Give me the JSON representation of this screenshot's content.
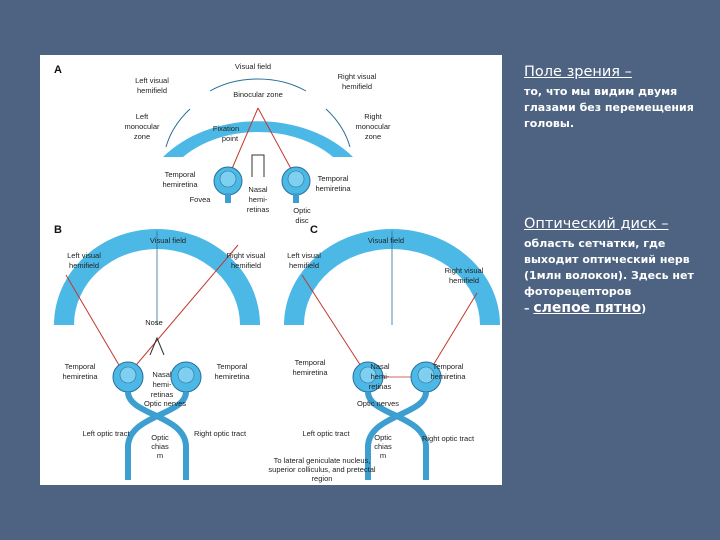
{
  "figure": {
    "panel_a": {
      "letter": "A",
      "visual_field": "Visual field",
      "left_hemifield": [
        "Left  visual",
        "hemifield"
      ],
      "right_hemifield": [
        "Right  visual",
        "hemifield"
      ],
      "binocular_zone": "Binocular zone",
      "left_monocular": [
        "Left",
        "monocular",
        "zone"
      ],
      "right_monocular": [
        "Right",
        "monocular",
        "zone"
      ],
      "fixation_point": [
        "Fixation",
        "point"
      ],
      "temporal_left": [
        "Temporal",
        "hemiretina"
      ],
      "fovea": "Fovea",
      "nasal": [
        "Nasal",
        "hemi-",
        "retinas"
      ],
      "temporal_right": [
        "Temporal",
        "hemiretina"
      ],
      "optic_disc": [
        "Optic",
        "disc"
      ]
    },
    "panel_b": {
      "letter": "B",
      "visual_field": "Visual field",
      "left_hemifield": [
        "Left visual",
        "hemifield"
      ],
      "right_hemifield": [
        "Right visual",
        "hemifield"
      ],
      "nose": "Nose",
      "temporal_left": [
        "Temporal",
        "hemiretina"
      ],
      "nasal": [
        "Nasal",
        "hemi-",
        "retinas"
      ],
      "temporal_right": [
        "Temporal",
        "hemiretina"
      ],
      "optic_nerves": "Optic nerves",
      "left_tract": "Left optic tract",
      "chiasm": [
        "Optic",
        "chias",
        "m"
      ],
      "right_tract": "Right optic tract"
    },
    "panel_c": {
      "letter": "C",
      "visual_field": "Visual field",
      "left_hemifield": [
        "Left visual",
        "hemifield"
      ],
      "right_hemifield": [
        "Right visual",
        "hemifield"
      ],
      "temporal_left": [
        "Temporal",
        "hemiretina"
      ],
      "nasal": [
        "Nasal",
        "hemi-",
        "retinas"
      ],
      "temporal_right": [
        "Temporal",
        "hemiretina"
      ],
      "optic_nerves": "Optic nerves",
      "left_tract": "Left optic tract",
      "chiasm": [
        "Optic",
        "chias",
        "m"
      ],
      "right_tract": "Right optic tract",
      "caption": [
        "To lateral geniculate nucleus,",
        "superior colliculus, and pretectal",
        "region"
      ]
    }
  },
  "side": {
    "heading1": "Поле зрения –",
    "text1": "то, что мы видим двумя глазами без перемещения головы.",
    "heading2": "Оптический диск –",
    "text2": "область  сетчатки, где выходит оптический нерв (1млн волокон). Здесь нет фоторецепторов",
    "text2_dash": "– ",
    "text2_big": "слепое пятно",
    "text2_end": ")"
  },
  "colors": {
    "background": "#4d6381",
    "arc": "#4cb8e6",
    "nerve": "#3c9fd0",
    "ray": "#c0392b",
    "text": "#ffffff"
  }
}
